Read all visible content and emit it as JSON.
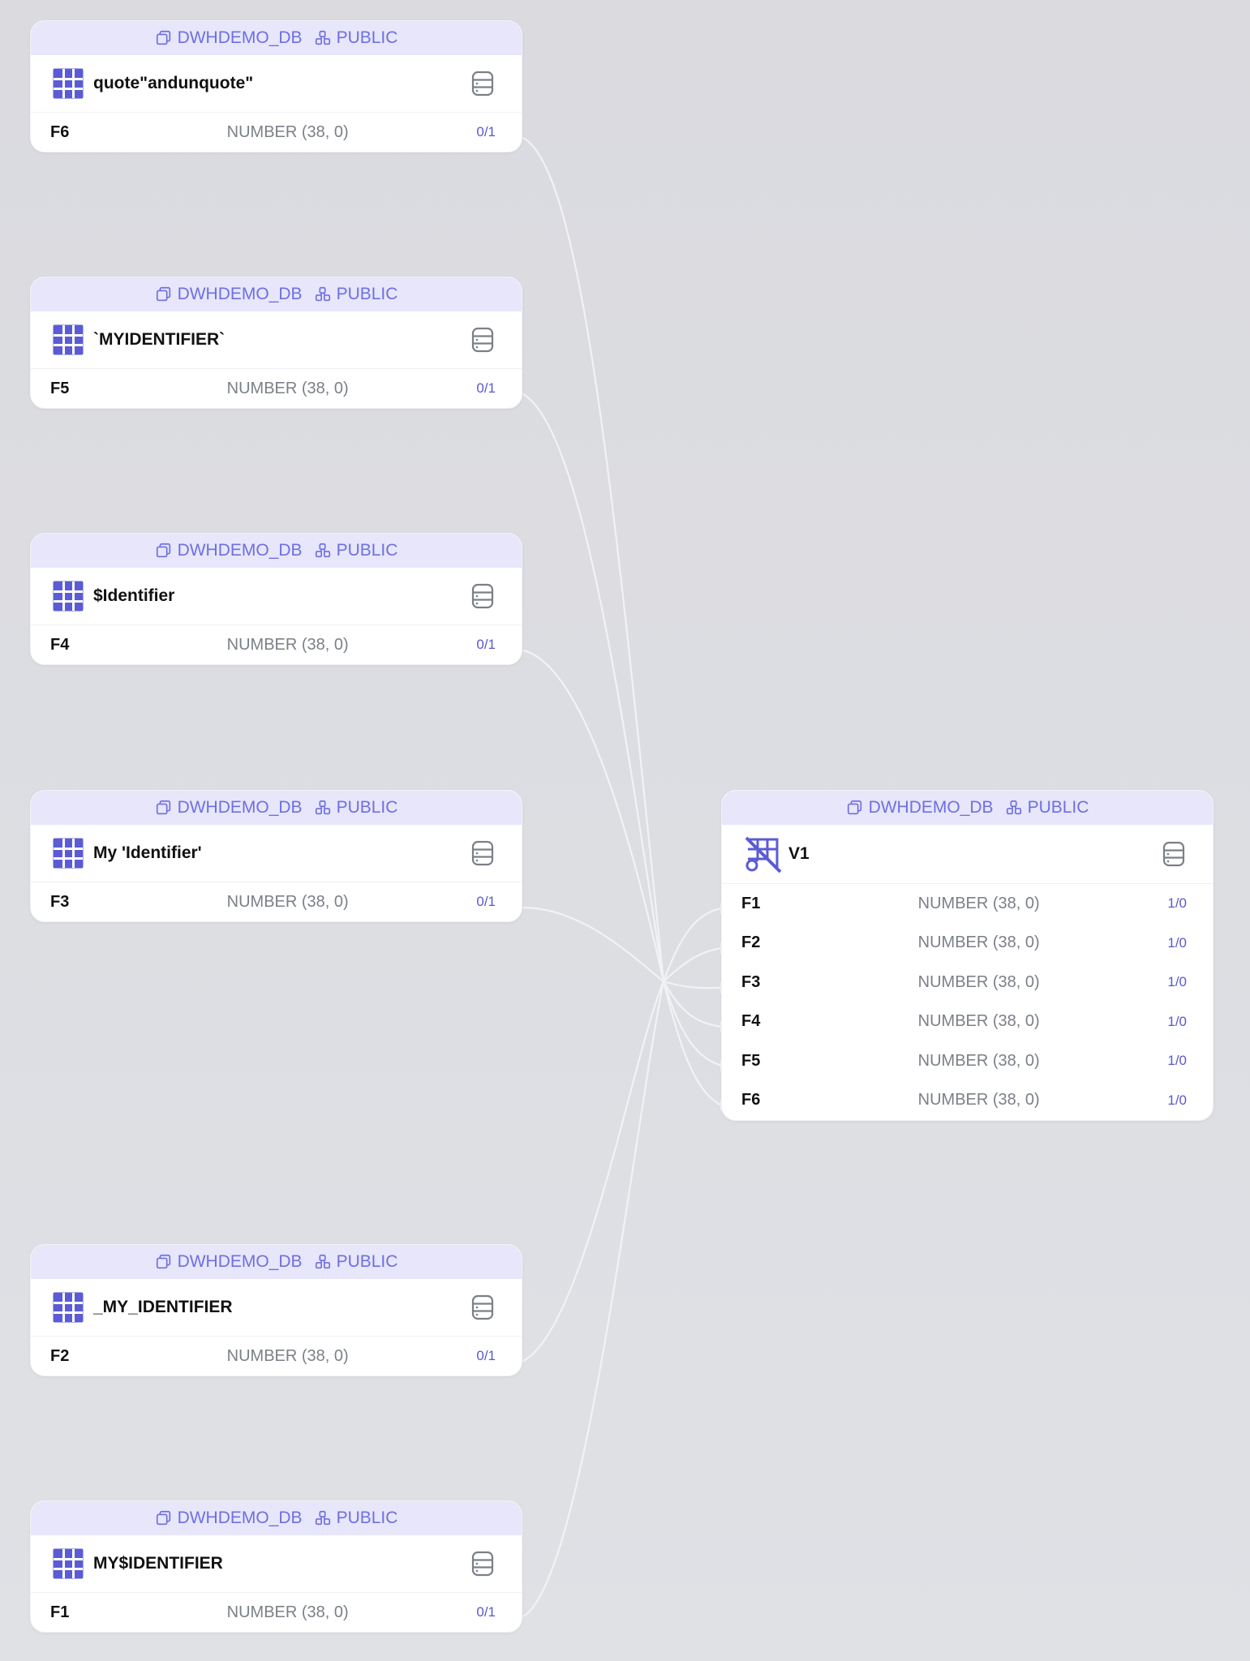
{
  "colors": {
    "accent": "#5b5bd6",
    "header_bg": "#e7e6fb",
    "edge": "#f2f2f4",
    "type_text": "#7b7f88"
  },
  "source_tables": [
    {
      "database": "DWHDEMO_DB",
      "schema": "PUBLIC",
      "name": "quote\"andunquote\"",
      "icon": "table-icon",
      "field": {
        "name": "F6",
        "type": "NUMBER (38, 0)",
        "cardinality": "0/1"
      }
    },
    {
      "database": "DWHDEMO_DB",
      "schema": "PUBLIC",
      "name": "`MYIDENTIFIER`",
      "icon": "table-icon",
      "field": {
        "name": "F5",
        "type": "NUMBER (38, 0)",
        "cardinality": "0/1"
      }
    },
    {
      "database": "DWHDEMO_DB",
      "schema": "PUBLIC",
      "name": "$Identifier",
      "icon": "table-icon",
      "field": {
        "name": "F4",
        "type": "NUMBER (38, 0)",
        "cardinality": "0/1"
      }
    },
    {
      "database": "DWHDEMO_DB",
      "schema": "PUBLIC",
      "name": "My 'Identifier'",
      "icon": "table-icon",
      "field": {
        "name": "F3",
        "type": "NUMBER (38, 0)",
        "cardinality": "0/1"
      }
    },
    {
      "database": "DWHDEMO_DB",
      "schema": "PUBLIC",
      "name": "_MY_IDENTIFIER",
      "icon": "table-icon",
      "field": {
        "name": "F2",
        "type": "NUMBER (38, 0)",
        "cardinality": "0/1"
      }
    },
    {
      "database": "DWHDEMO_DB",
      "schema": "PUBLIC",
      "name": "MY$IDENTIFIER",
      "icon": "table-icon",
      "field": {
        "name": "F1",
        "type": "NUMBER (38, 0)",
        "cardinality": "0/1"
      }
    }
  ],
  "view": {
    "database": "DWHDEMO_DB",
    "schema": "PUBLIC",
    "name": "V1",
    "icon": "view-icon",
    "fields": [
      {
        "name": "F1",
        "type": "NUMBER (38, 0)",
        "cardinality": "1/0"
      },
      {
        "name": "F2",
        "type": "NUMBER (38, 0)",
        "cardinality": "1/0"
      },
      {
        "name": "F3",
        "type": "NUMBER (38, 0)",
        "cardinality": "1/0"
      },
      {
        "name": "F4",
        "type": "NUMBER (38, 0)",
        "cardinality": "1/0"
      },
      {
        "name": "F5",
        "type": "NUMBER (38, 0)",
        "cardinality": "1/0"
      },
      {
        "name": "F6",
        "type": "NUMBER (38, 0)",
        "cardinality": "1/0"
      }
    ]
  },
  "edges": [
    {
      "from": "quote\"andunquote\".F6",
      "to": "V1.F6"
    },
    {
      "from": "`MYIDENTIFIER`.F5",
      "to": "V1.F5"
    },
    {
      "from": "$Identifier.F4",
      "to": "V1.F4"
    },
    {
      "from": "My 'Identifier'.F3",
      "to": "V1.F3"
    },
    {
      "from": "_MY_IDENTIFIER.F2",
      "to": "V1.F2"
    },
    {
      "from": "MY$IDENTIFIER.F1",
      "to": "V1.F1"
    }
  ]
}
